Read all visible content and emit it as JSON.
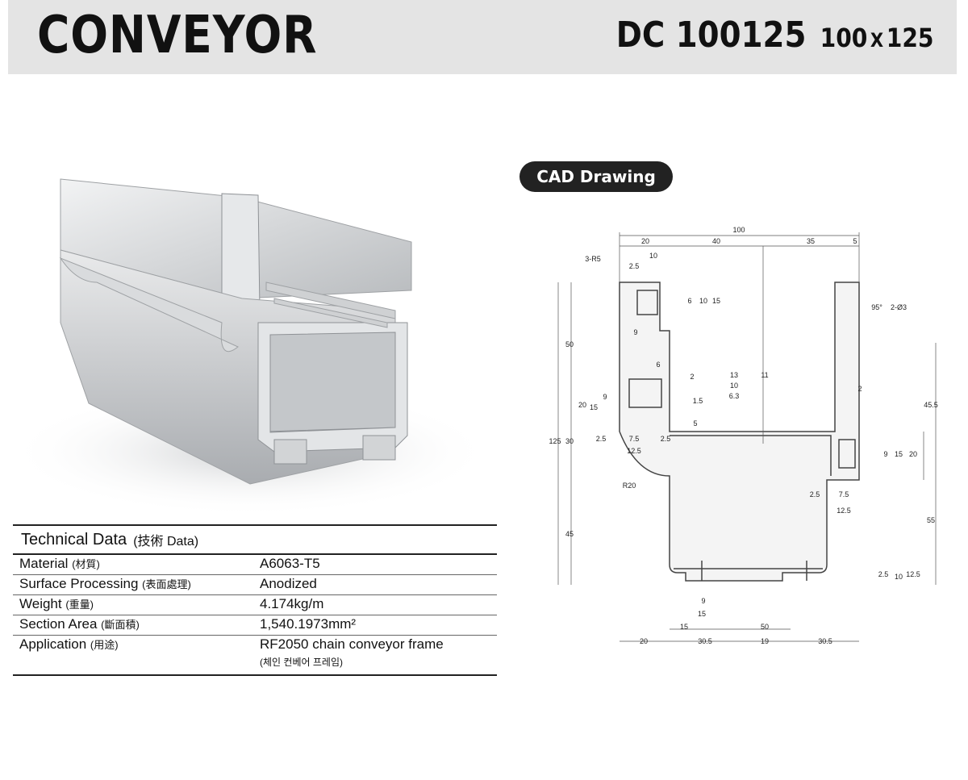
{
  "header": {
    "brand": "CONVEYOR",
    "model_code": "DC 100125",
    "size_w": "100",
    "size_x": "X",
    "size_h": "125"
  },
  "cad_label": "CAD Drawing",
  "cad_dims": {
    "overall_width": "100",
    "top": [
      "20",
      "40",
      "35",
      "5"
    ],
    "slot_10": "10",
    "slot_25": "2.5",
    "r5": "3-R5",
    "top_slot_vert": [
      "6",
      "10",
      "15"
    ],
    "web_9": "9",
    "web_6": "6",
    "web_2": "2",
    "left_vert": [
      "50",
      "20",
      "15",
      "9",
      "30",
      "45"
    ],
    "height_125": "125",
    "left_bottom": [
      "2.5",
      "7.5",
      "2.5",
      "12.5"
    ],
    "r20": "R20",
    "mid": [
      "13",
      "11",
      "10",
      "6.3",
      "1.5",
      "5"
    ],
    "angle": "95°",
    "holes": "2-Ø3",
    "right_2": "2",
    "right_vert": [
      "45.5",
      "20",
      "15",
      "9",
      "55",
      "12.5",
      "10",
      "2.5"
    ],
    "inner_right": [
      "2.5",
      "7.5",
      "12.5"
    ],
    "bottom_9": "9",
    "bottom_15": "15",
    "bottom_row1": [
      "15",
      "50"
    ],
    "bottom_row2": [
      "20",
      "30.5",
      "19",
      "30.5"
    ]
  },
  "technical": {
    "title": "Technical Data",
    "title_sub": "(技術  Data)",
    "rows": [
      {
        "label": "Material",
        "label_sub": "(材質)",
        "value": "A6063-T5",
        "value_sub": ""
      },
      {
        "label": "Surface Processing",
        "label_sub": "(表面處理)",
        "value": "Anodized",
        "value_sub": ""
      },
      {
        "label": "Weight",
        "label_sub": "(重量)",
        "value": "4.174kg/m",
        "value_sub": ""
      },
      {
        "label": "Section Area",
        "label_sub": "(斷面積)",
        "value": "1,540.1973mm²",
        "value_sub": ""
      },
      {
        "label": "Application",
        "label_sub": "(用途)",
        "value": "RF2050 chain conveyor frame",
        "value_sub": "(체인 컨베어 프레임)"
      }
    ]
  },
  "colors": {
    "header_bg": "#e4e4e4",
    "pill_bg": "#222222",
    "profile": "#d6d8da"
  }
}
